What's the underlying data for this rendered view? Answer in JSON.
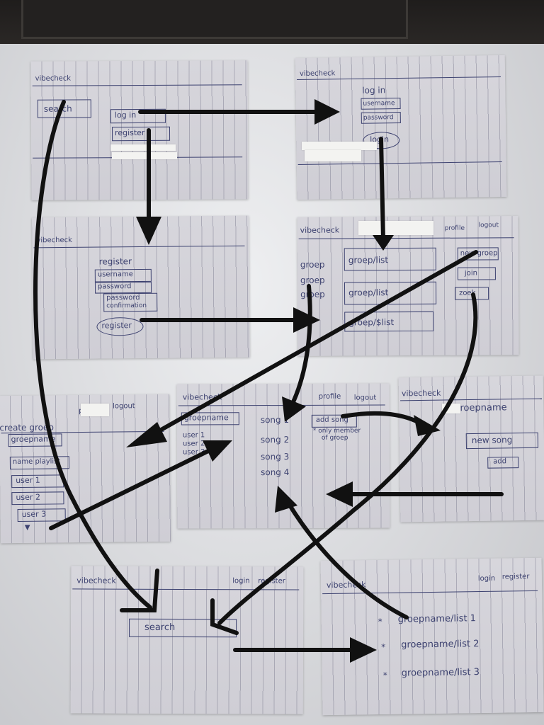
{
  "sketches": {
    "login_start": {
      "brand": "vibecheck",
      "search": "search",
      "login": "log in",
      "register": "register"
    },
    "login_form": {
      "brand": "vibecheck",
      "title": "log in",
      "username": "username",
      "password": "password",
      "login_button": "login"
    },
    "register_form": {
      "brand": "vibecheck",
      "title": "register",
      "username": "username",
      "password": "password",
      "password_confirmation": [
        "password",
        "confirmation"
      ],
      "register_button": "register"
    },
    "dashboard": {
      "brand": "vibecheck",
      "profile": "profile",
      "logout": "logout",
      "groups": [
        "groep",
        "groep",
        "groep"
      ],
      "lists": [
        "groep/list",
        "groep/list",
        "groep/$list"
      ],
      "new_group": "new groep",
      "join": "join",
      "zoek": "zoek"
    },
    "create_group": {
      "title": "create groep",
      "profile": "profile",
      "logout": "logout",
      "groupname": "groepname",
      "name_playlist": "name playlist",
      "users": [
        "user 1",
        "user 2",
        "user 3"
      ]
    },
    "playlist": {
      "brand": "vibecheck",
      "profile": "profile",
      "logout": "logout",
      "groupname": "groepname",
      "users": [
        "user 1",
        "user 2",
        "user 3"
      ],
      "songs": [
        "song 1",
        "song 2",
        "song 3",
        "song 4"
      ],
      "add_song": "add song",
      "note": [
        "* only member",
        "of groep"
      ]
    },
    "add_song": {
      "brand": "vibecheck",
      "groupname": "groepname",
      "new_song": "new song",
      "add": "add"
    },
    "search_page": {
      "brand": "vibecheck",
      "login": "login",
      "register": "register",
      "search": "search"
    },
    "results": {
      "brand": "vibecheck",
      "login": "login",
      "register": "register",
      "items": [
        "groepname/list 1",
        "groepname/list 2",
        "groepname/list 3"
      ]
    }
  },
  "colors": {
    "ink": "#3d4270",
    "arrow": "#111111",
    "paper": "#d9d8de",
    "wall": "#e4e5e8"
  }
}
